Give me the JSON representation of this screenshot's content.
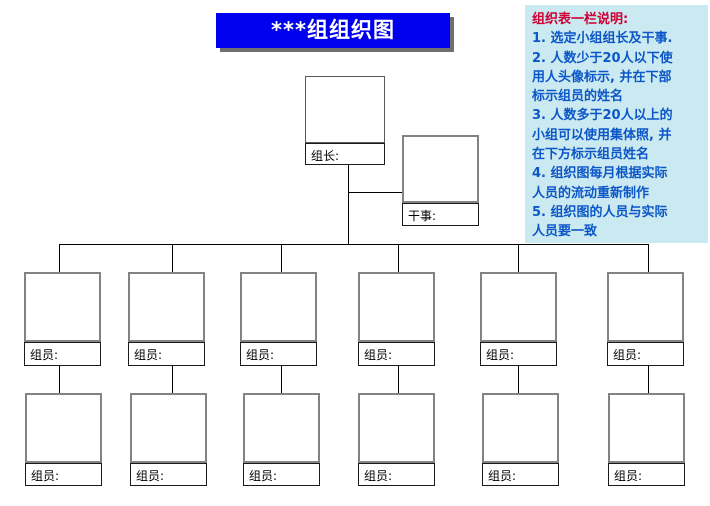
{
  "page": {
    "banner_title": "***组组织图"
  },
  "note": {
    "title": "组织表一栏说明:",
    "lines": [
      "1. 选定小组组长及干事.",
      "2. 人数少于20人以下使",
      "用人头像标示, 并在下部",
      "标示组员的姓名",
      "3. 人数多于20人以上的",
      "小组可以使用集体照, 并",
      "在下方标示组员姓名",
      "4. 组织图每月根据实际",
      "人员的流动重新制作",
      "5. 组织图的人员与实际",
      "人员要一致"
    ]
  },
  "org": {
    "leader_label": "组长:",
    "officer_label": "干事:",
    "row1": [
      {
        "label": "组员:"
      },
      {
        "label": "组员:"
      },
      {
        "label": "组员:"
      },
      {
        "label": "组员:"
      },
      {
        "label": "组员:"
      },
      {
        "label": "组员:"
      }
    ],
    "row2": [
      {
        "label": "组员:"
      },
      {
        "label": "组员:"
      },
      {
        "label": "组员:"
      },
      {
        "label": "组员:"
      },
      {
        "label": "组员:"
      },
      {
        "label": "组员:"
      }
    ]
  },
  "colors": {
    "banner_bg": "#0000EE",
    "banner_text": "#FFFFFF",
    "banner_shadow": "#6F6F6F",
    "note_bg": "#CBE9F0",
    "note_title_text": "#CC0033",
    "note_body_text": "#0C57C8",
    "box_border": "#838383",
    "connector": "#000000"
  }
}
